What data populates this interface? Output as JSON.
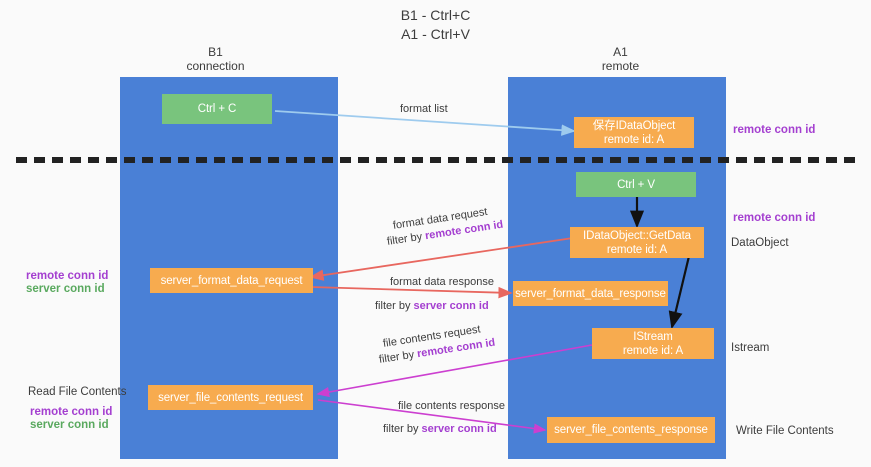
{
  "title": {
    "line1": "B1 - Ctrl+C",
    "line2": "A1 - Ctrl+V"
  },
  "lanes": [
    {
      "name": "B1",
      "role": "connection"
    },
    {
      "name": "A1",
      "role": "remote"
    }
  ],
  "boxes": {
    "ctrl_c": {
      "line1": "Ctrl + C",
      "line2": ""
    },
    "ctrl_v": {
      "line1": "Ctrl + V",
      "line2": ""
    },
    "save_idataobject": {
      "line1": "保存IDataObject",
      "line2": "remote id: A"
    },
    "idataobject_getdata": {
      "line1": "IDataObject::GetData",
      "line2": "remote id: A"
    },
    "istream": {
      "line1": "IStream",
      "line2": "remote id: A"
    },
    "server_format_data_request": {
      "line1": "server_format_data_request",
      "line2": ""
    },
    "server_format_data_response": {
      "line1": "server_format_data_response",
      "line2": ""
    },
    "server_file_contents_request": {
      "line1": "server_file_contents_request",
      "line2": ""
    },
    "server_file_contents_response": {
      "line1": "server_file_contents_response",
      "line2": ""
    }
  },
  "arrow_labels": {
    "format_list": "format list",
    "format_data_request": "format data request",
    "format_data_request_filter_prefix": "filter by ",
    "format_data_request_filter_key": "remote conn id",
    "format_data_response": "format data response",
    "format_data_response_filter_prefix": "filter by ",
    "format_data_response_filter_key": "server conn id",
    "file_contents_request": "file contents request",
    "file_contents_request_filter_prefix": "filter by ",
    "file_contents_request_filter_key": "remote conn id",
    "file_contents_response": "file contents response",
    "file_contents_response_filter_prefix": "filter by ",
    "file_contents_response_filter_key": "server conn id"
  },
  "right_labels": {
    "remote_conn_id_top": "remote conn id",
    "remote_conn_id_mid": "remote conn id",
    "dataobject": "DataObject",
    "istream": "Istream",
    "write_file_contents": "Write File Contents"
  },
  "left_labels": {
    "remote_conn_id_mid": "remote conn id",
    "server_conn_id_mid": "server conn id",
    "read_file_contents": "Read File Contents",
    "remote_conn_id_bottom": "remote conn id",
    "server_conn_id_bottom": "server conn id"
  },
  "colors": {
    "lane": "#4a80d6",
    "green_box": "#79c47d",
    "orange_box": "#f7ab4f",
    "arrow_blue": "#9ecbee",
    "arrow_red": "#e8675f",
    "arrow_magenta": "#cc3fd0",
    "arrow_black": "#111111",
    "purple_text": "#a43fd0",
    "green_text": "#5aa95f",
    "background": "#fafafa"
  }
}
